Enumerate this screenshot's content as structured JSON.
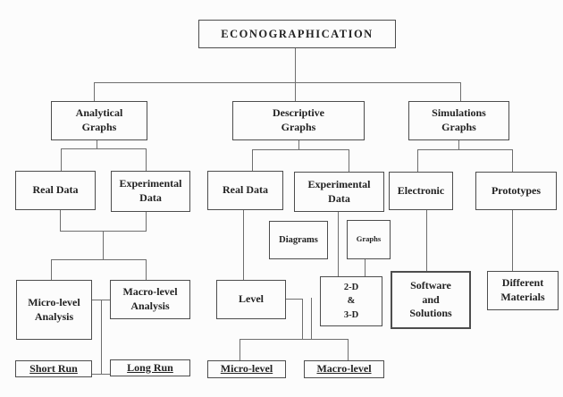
{
  "diagram": {
    "title": "ECONOGRAPHICATION",
    "nodes": {
      "root": {
        "label": "ECONOGRAPHICATION"
      },
      "analytical_graphs": {
        "label": "Analytical\nGraphs"
      },
      "descriptive_graphs": {
        "label": "Descriptive\nGraphs"
      },
      "simulations_graphs": {
        "label": "Simulations\nGraphs"
      },
      "real_data_analytical": {
        "label": "Real Data"
      },
      "experimental_data_analytical": {
        "label": "Experimental\nData"
      },
      "real_data_descriptive": {
        "label": "Real Data"
      },
      "experimental_data_descriptive": {
        "label": "Experimental\nData"
      },
      "electronic": {
        "label": "Electronic"
      },
      "prototypes": {
        "label": "Prototypes"
      },
      "diagrams": {
        "label": "Diagrams"
      },
      "graphs": {
        "label": "Graphs"
      },
      "micro_level_analysis": {
        "label": "Micro-level\nAnalysis"
      },
      "macro_level_analysis": {
        "label": "Macro-level\nAnalysis"
      },
      "level": {
        "label": "Level"
      },
      "two_d_three_d": {
        "label": "2-D\n&\n3-D"
      },
      "software_and_solutions": {
        "label": "Software\nand\nSolutions"
      },
      "different_materials": {
        "label": "Different\nMaterials"
      },
      "short_run": {
        "label": "Short Run"
      },
      "long_run": {
        "label": "Long Run"
      },
      "micro_level": {
        "label": "Micro-level"
      },
      "macro_level": {
        "label": "Macro-level"
      }
    },
    "colors": {
      "background": "#fcfcfc",
      "box_border": "#4d4d4d",
      "line": "#6e6e6e",
      "text": "#222222"
    }
  }
}
